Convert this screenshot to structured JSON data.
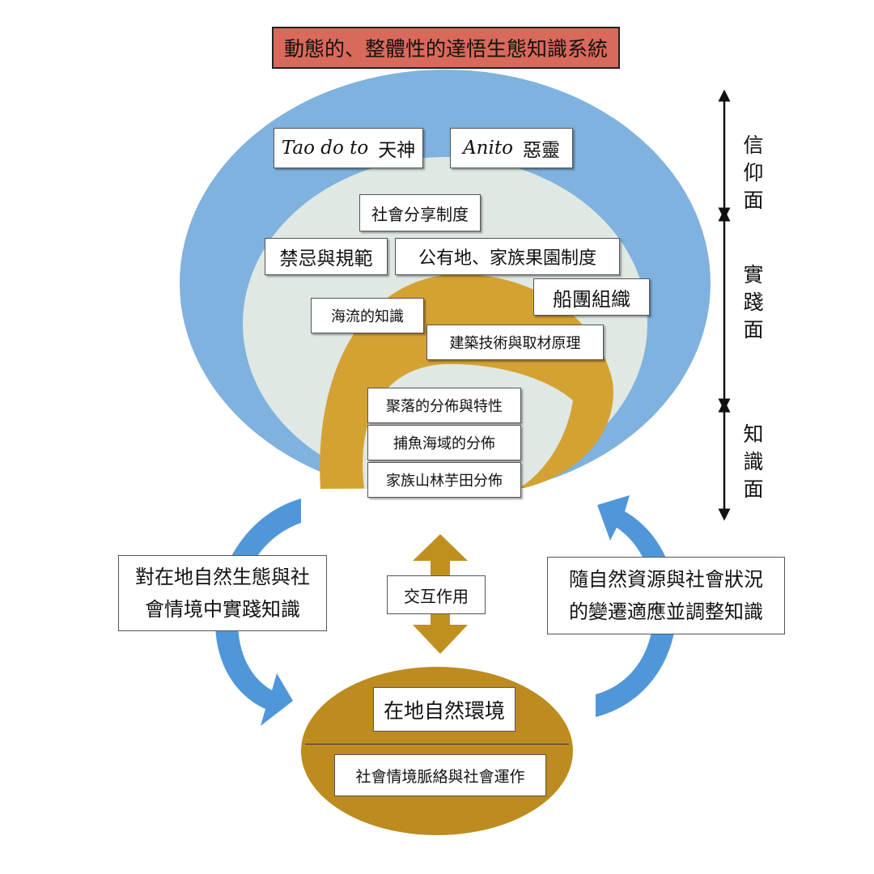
{
  "title": "動態的、整體性的達悟生態知識系統",
  "belief": {
    "tao_do_to": {
      "latin": "Tao do to",
      "cjk": "天神"
    },
    "anito": {
      "latin": "Anito",
      "cjk": "惡靈"
    }
  },
  "practice": {
    "social_sharing": "社會分享制度",
    "taboo_norms": "禁忌與規範",
    "public_land": "公有地、家族果園制度",
    "boat_crew": "船團組織"
  },
  "knowledge": {
    "ocean_current": "海流的知識",
    "building": "建築技術與取材原理",
    "settlement": "聚落的分佈與特性",
    "fishing_area": "捕魚海域的分佈",
    "family_land": "家族山林芋田分佈"
  },
  "axis_labels": {
    "belief": [
      "信",
      "仰",
      "面"
    ],
    "practice": [
      "實",
      "踐",
      "面"
    ],
    "knowledge": [
      "知",
      "識",
      "面"
    ]
  },
  "left_box": [
    "對在地自然生態與社",
    "會情境中實踐知識"
  ],
  "right_box": [
    "隨自然資源與社會狀況",
    "的變遷適應並調整知識"
  ],
  "interaction": "交互作用",
  "base": {
    "environment": "在地自然環境",
    "social_context": "社會情境脈絡與社會運作"
  },
  "colors": {
    "title_bg": "#d9695a",
    "outer_ellipse": "#7fb2de",
    "middle_ellipse": "#dfe8e2",
    "inner_gold": "#d4a232",
    "arrow_blue": "#4f97d8",
    "arrow_gold": "#bf901f",
    "base_ellipse": "#bd8b1f"
  }
}
